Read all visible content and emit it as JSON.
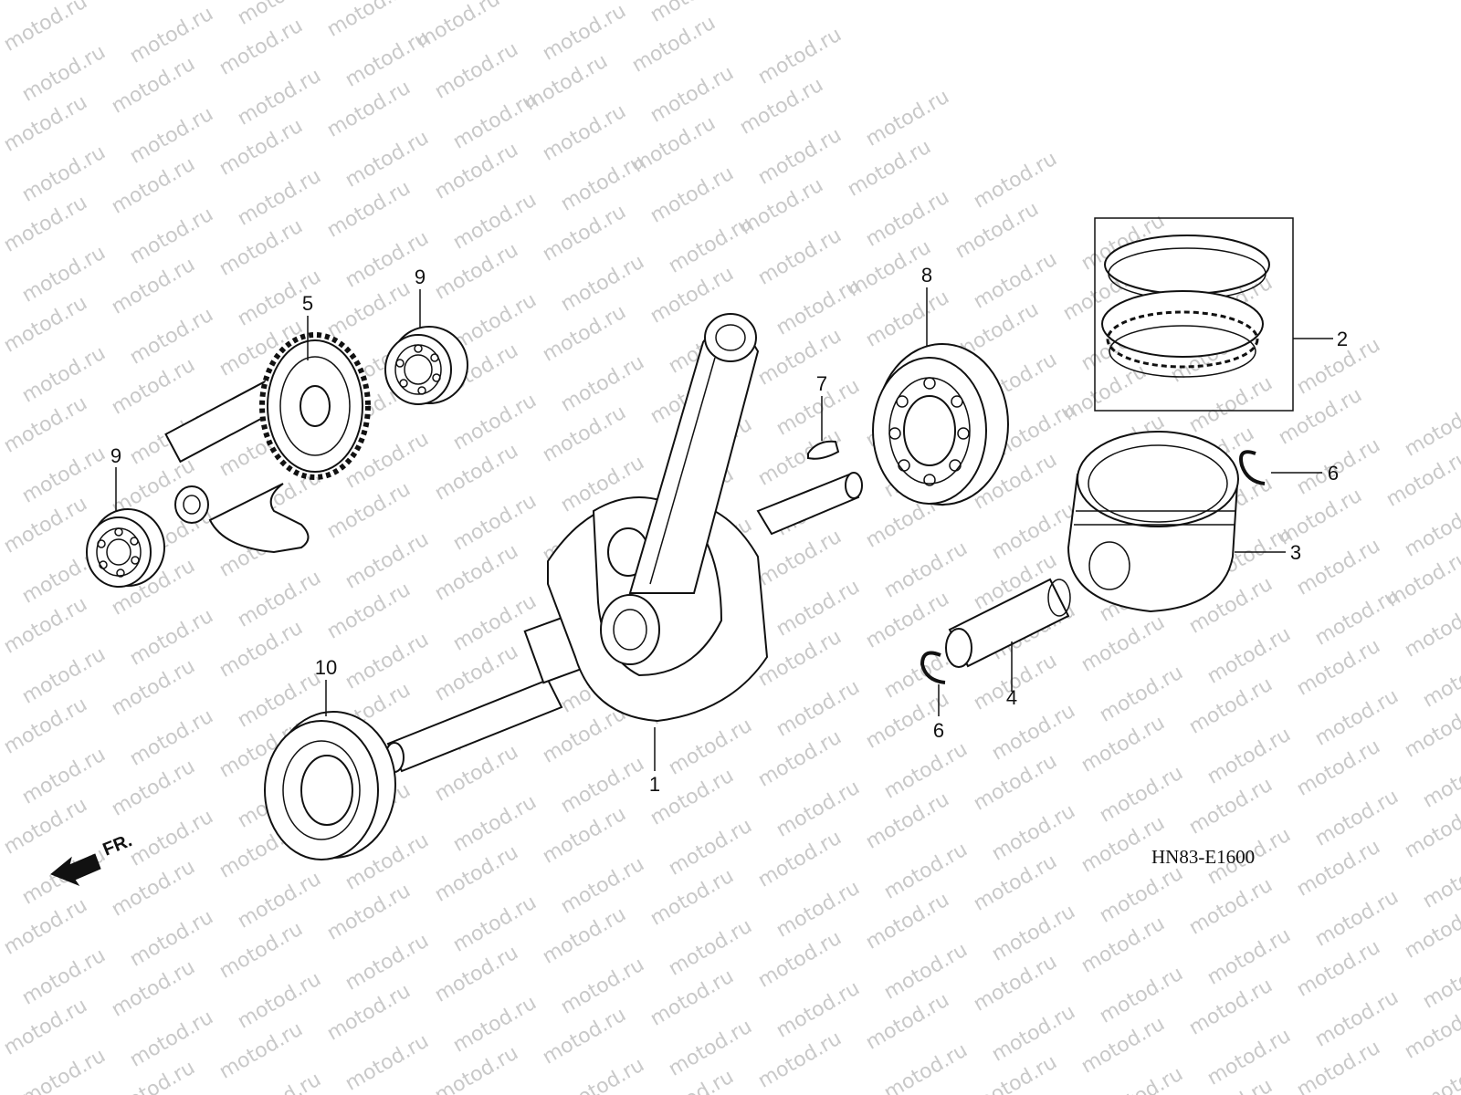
{
  "watermark": "motod.ru",
  "diagram_code": "HN83-E1600",
  "front_label": "FR.",
  "callouts": {
    "c1": "1",
    "c2": "2",
    "c3": "3",
    "c4": "4",
    "c5": "5",
    "c6a": "6",
    "c6b": "6",
    "c7": "7",
    "c8": "8",
    "c9a": "9",
    "c9b": "9",
    "c10": "10"
  },
  "icons": {
    "front_arrow": "front-direction-arrow-icon"
  }
}
